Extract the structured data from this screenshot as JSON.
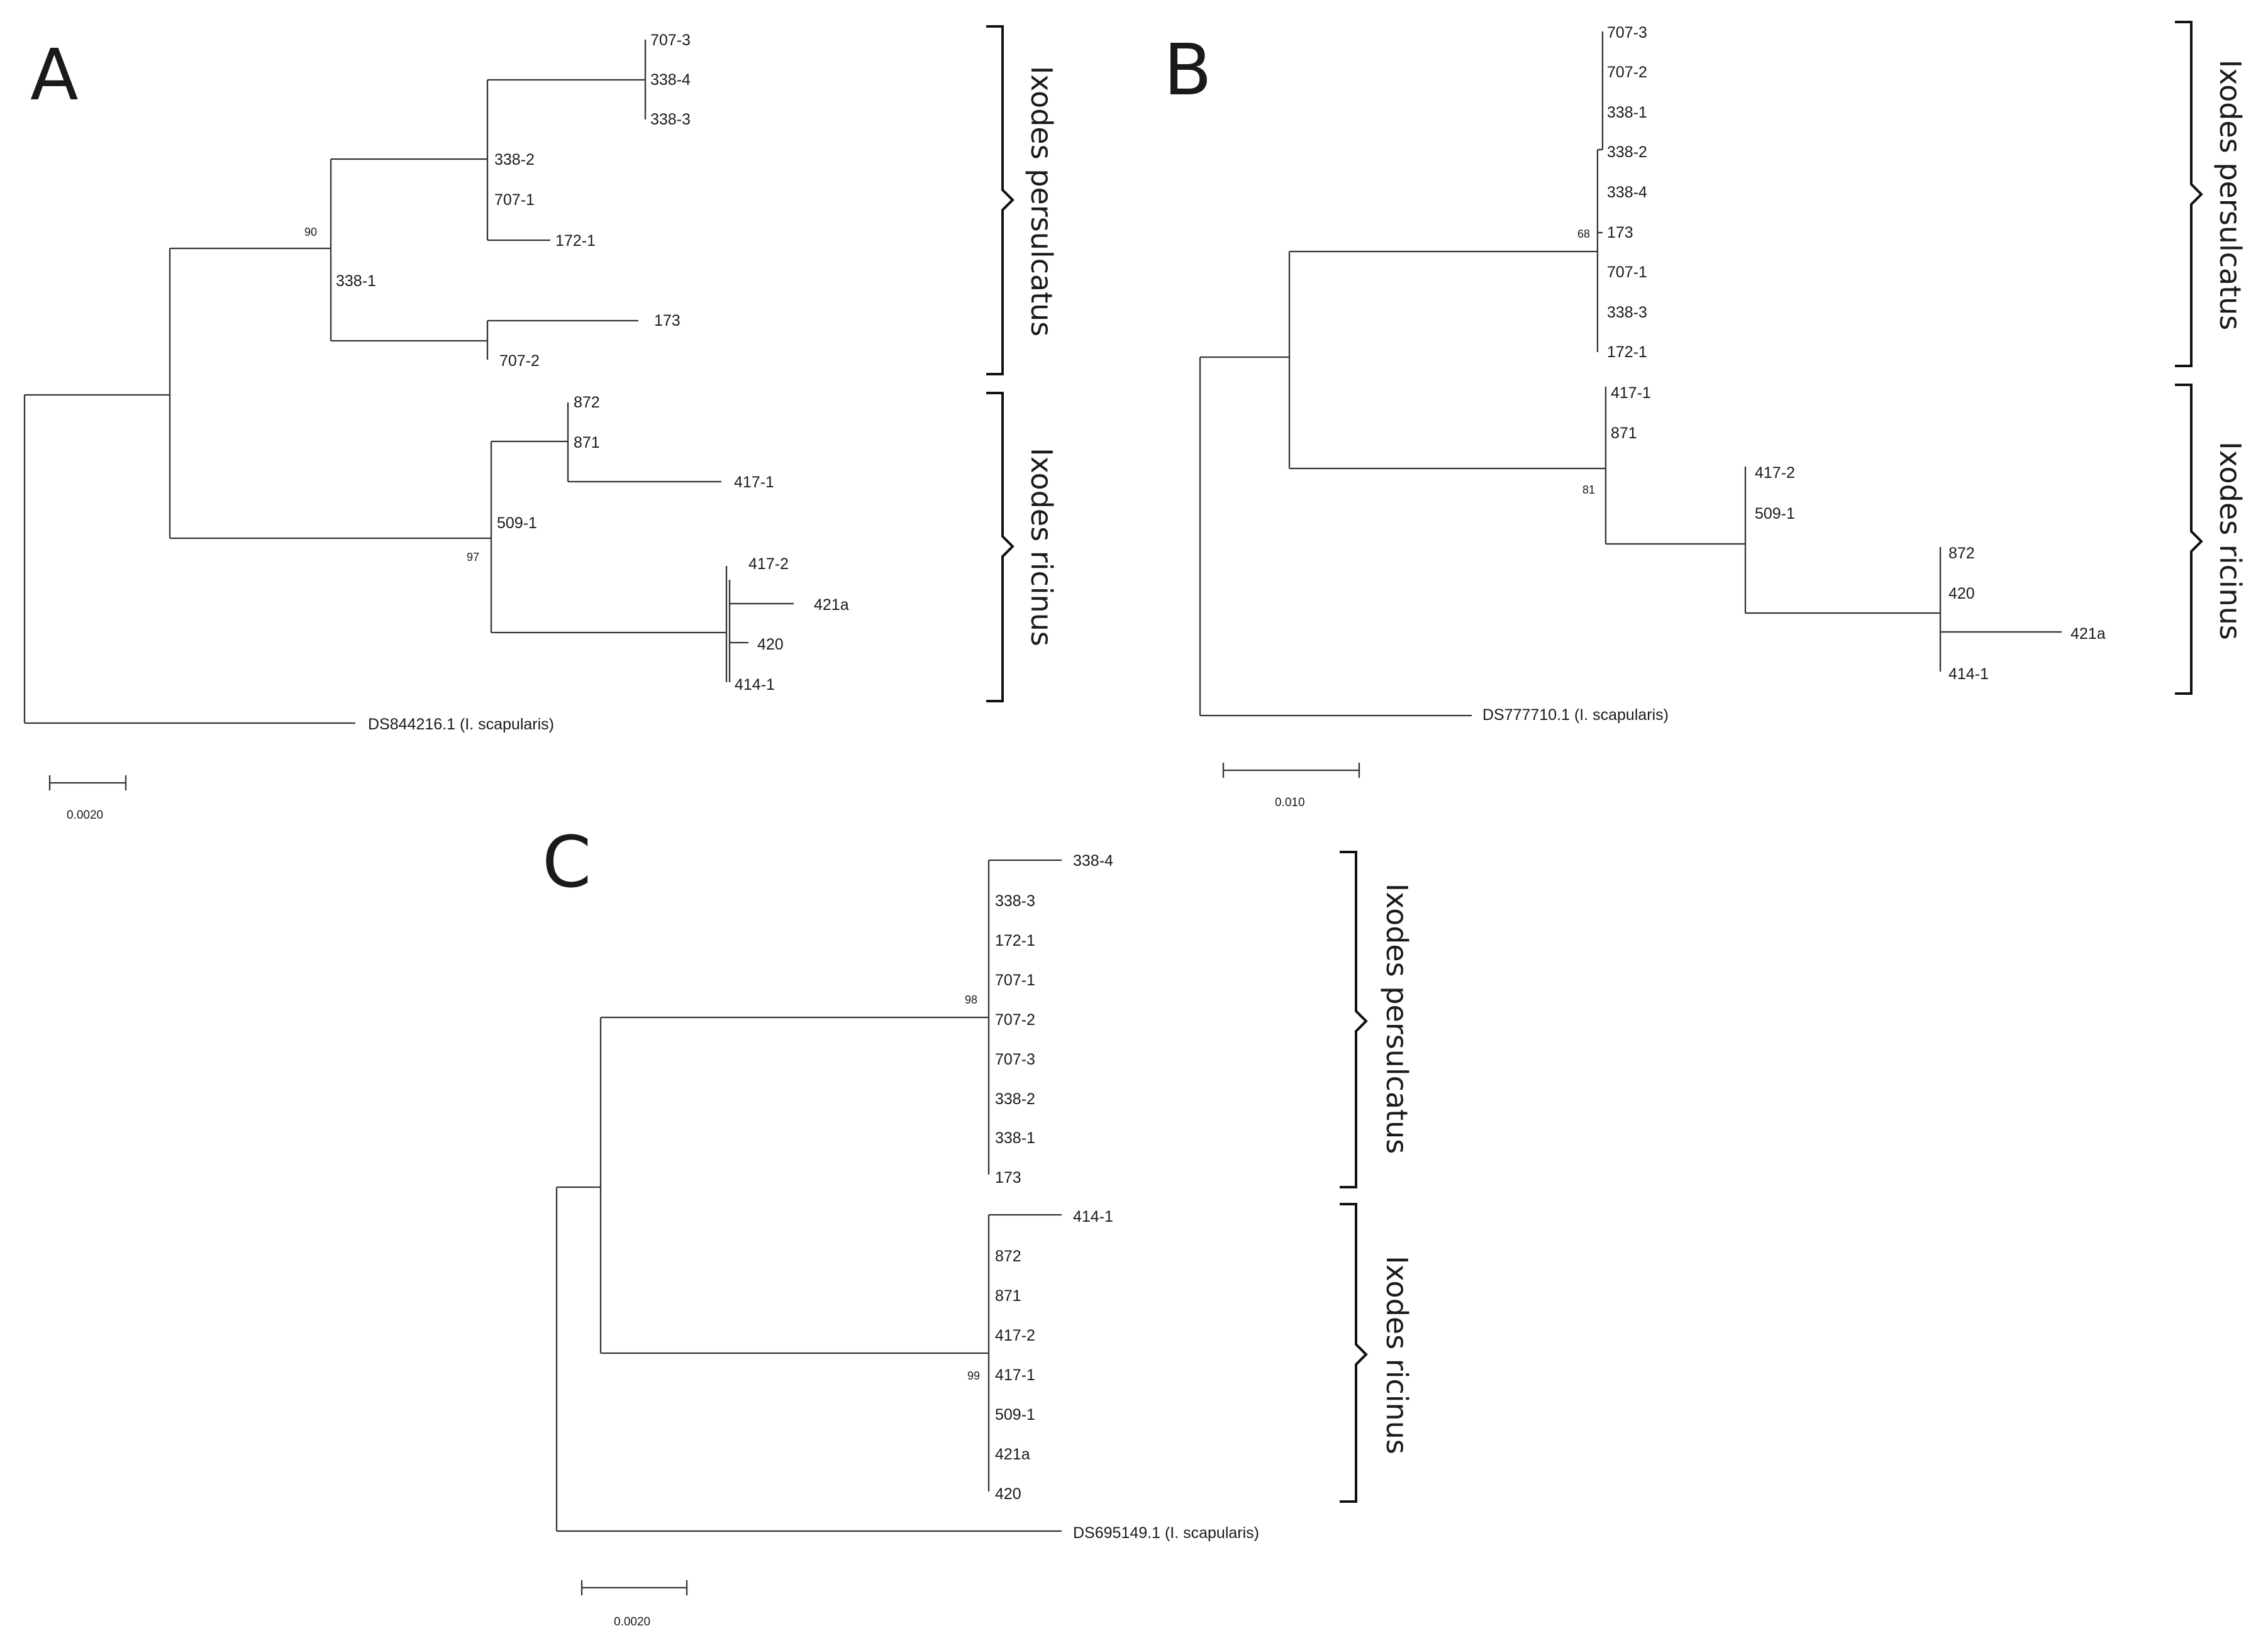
{
  "figure": {
    "panels": [
      {
        "id": "A",
        "letter": "A",
        "scale_bar_label": "0.0020",
        "clade_labels": [
          "Ixodes persulcatus",
          "Ixodes ricinus"
        ],
        "tips": [
          "707-3",
          "338-4",
          "338-3",
          "338-2",
          "707-1",
          "172-1",
          "338-1",
          "173",
          "707-2",
          "872",
          "871",
          "417-1",
          "509-1",
          "417-2",
          "421a",
          "420",
          "414-1",
          "DS844216.1 (I. scapularis)"
        ],
        "bootstrap": [
          "90",
          "97"
        ]
      },
      {
        "id": "B",
        "letter": "B",
        "scale_bar_label": "0.010",
        "clade_labels": [
          "Ixodes persulcatus",
          "Ixodes ricinus"
        ],
        "tips": [
          "707-3",
          "707-2",
          "338-1",
          "338-2",
          "338-4",
          "173",
          "707-1",
          "338-3",
          "172-1",
          "417-1",
          "871",
          "417-2",
          "509-1",
          "872",
          "420",
          "421a",
          "414-1",
          "DS777710.1 (I. scapularis)"
        ],
        "bootstrap": [
          "68",
          "81"
        ]
      },
      {
        "id": "C",
        "letter": "C",
        "scale_bar_label": "0.0020",
        "clade_labels": [
          "Ixodes persulcatus",
          "Ixodes ricinus"
        ],
        "tips": [
          "338-4",
          "338-3",
          "172-1",
          "707-1",
          "707-2",
          "707-3",
          "338-2",
          "338-1",
          "173",
          "414-1",
          "872",
          "871",
          "417-2",
          "417-1",
          "509-1",
          "421a",
          "420",
          "DS695149.1 (I. scapularis)"
        ],
        "bootstrap": [
          "98",
          "99"
        ]
      }
    ]
  }
}
